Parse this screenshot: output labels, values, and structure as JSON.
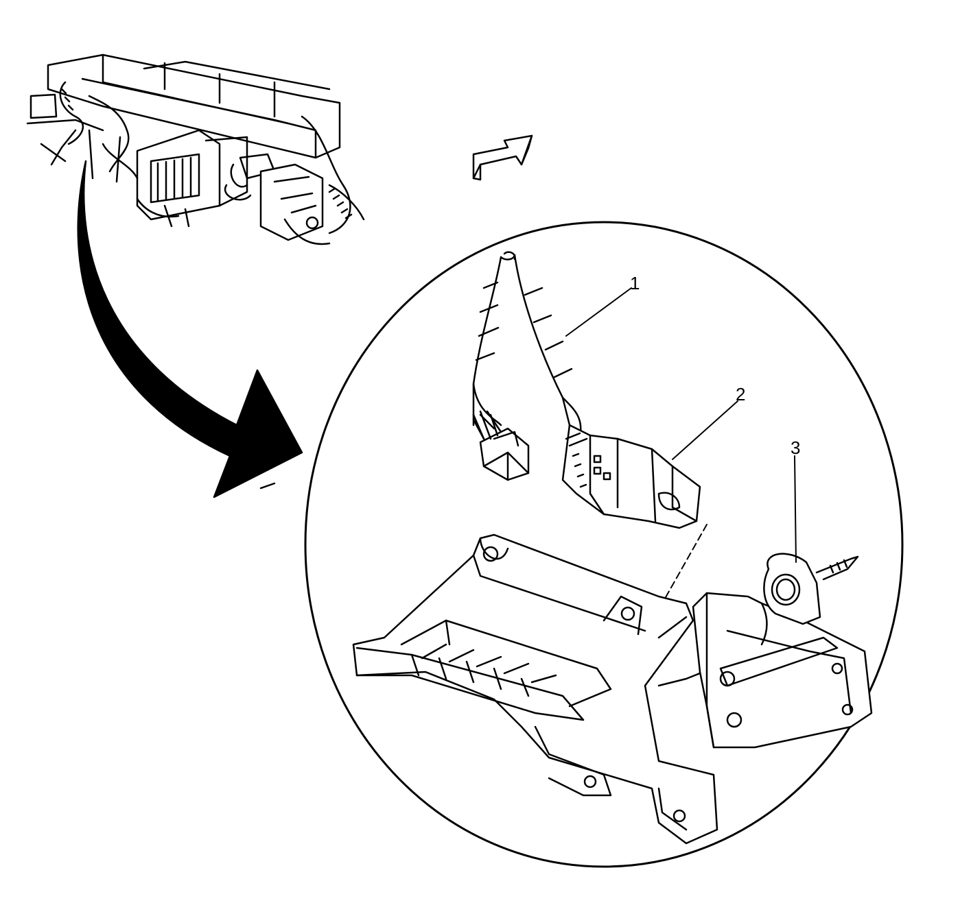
{
  "diagram": {
    "callouts": [
      {
        "id": "1",
        "label": "1",
        "target": "wiring-harness"
      },
      {
        "id": "2",
        "label": "2",
        "target": "module-connector"
      },
      {
        "id": "3",
        "label": "3",
        "target": "mounting-bolt"
      }
    ],
    "colors": {
      "line": "#000000",
      "fill": "#ffffff",
      "arrow": "#000000"
    }
  }
}
